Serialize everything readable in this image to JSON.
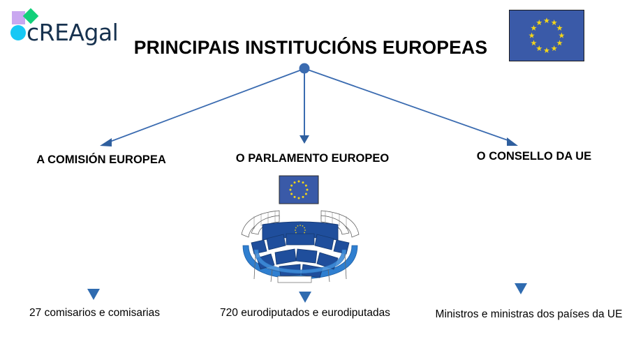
{
  "brand": {
    "wordmark": "cREAgal",
    "colors": {
      "square": "#c9a8f0",
      "diamond": "#12d07a",
      "circle": "#17c8f5",
      "text": "#17324f"
    }
  },
  "title": "PRINCIPAIS INSTITUCIÓNS EUROPEAS",
  "flag": {
    "name": "european-union-flag",
    "background": "#3a5aa8",
    "star_color": "#f5d617",
    "star_count": 12
  },
  "diagram": {
    "connector_color": "#3a6bb0",
    "root_node_color": "#3a6bb0",
    "branches": [
      {
        "id": "commission",
        "label": "A COMISIÓN EUROPEA",
        "caption": "27 comisarios e comisarias"
      },
      {
        "id": "parliament",
        "label": "O PARLAMENTO EUROPEO",
        "caption": "720 eurodiputados e eurodiputadas"
      },
      {
        "id": "council",
        "label": "O CONSELLO DA UE",
        "caption": "Ministros e ministras dos países da UE"
      }
    ]
  },
  "illustration": {
    "name": "european-parliament-chamber",
    "flag_background": "#3a5aa8",
    "podium_color": "#1f4e9c",
    "ring_color": "#2f7fd0",
    "desk_color": "#ffffff"
  }
}
